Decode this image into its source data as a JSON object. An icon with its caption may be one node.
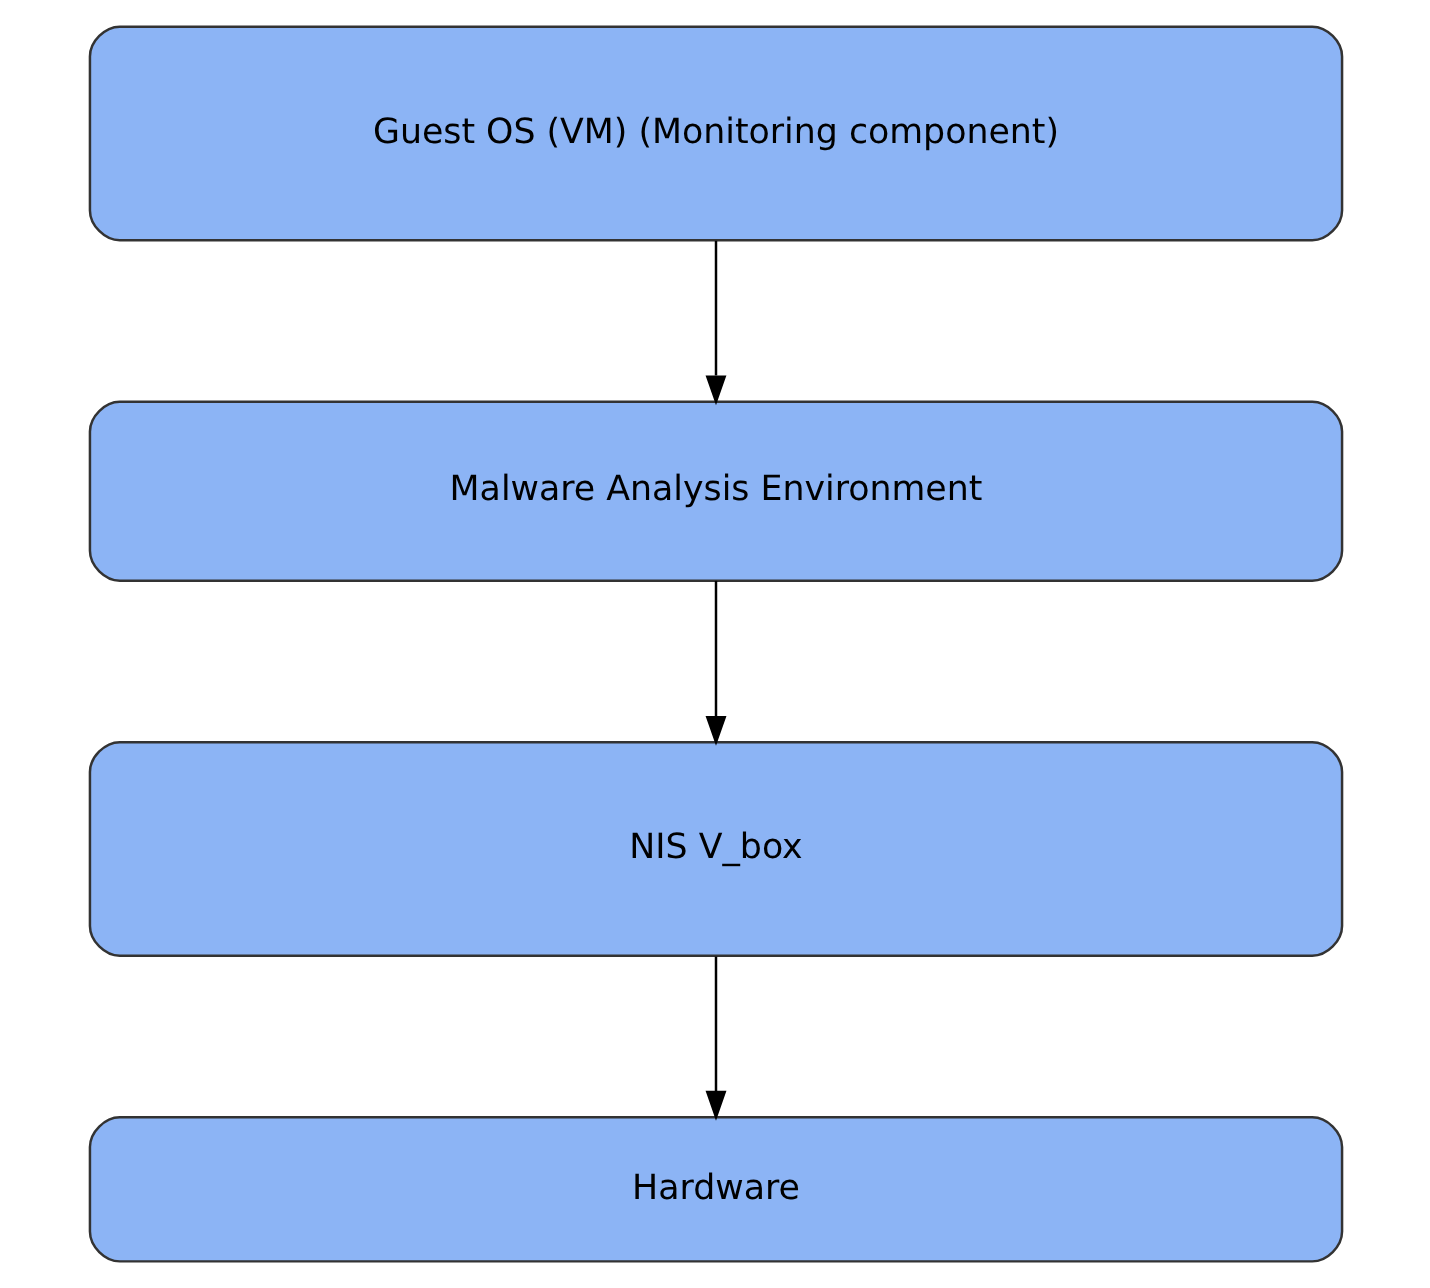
{
  "diagram": {
    "nodes": [
      {
        "text": [
          "Guest OS (VM) (Monitoring component)"
        ]
      },
      {
        "text": [
          "Malware Analysis Environment"
        ]
      },
      {
        "text": [
          "NIS V_box"
        ]
      },
      {
        "text": [
          "Hardware"
        ]
      }
    ],
    "edges": [
      {
        "from": 0,
        "to": 1,
        "arrow": "to"
      },
      {
        "from": 1,
        "to": 2,
        "arrow": "to"
      },
      {
        "from": 2,
        "to": 3,
        "arrow": "to"
      }
    ]
  }
}
